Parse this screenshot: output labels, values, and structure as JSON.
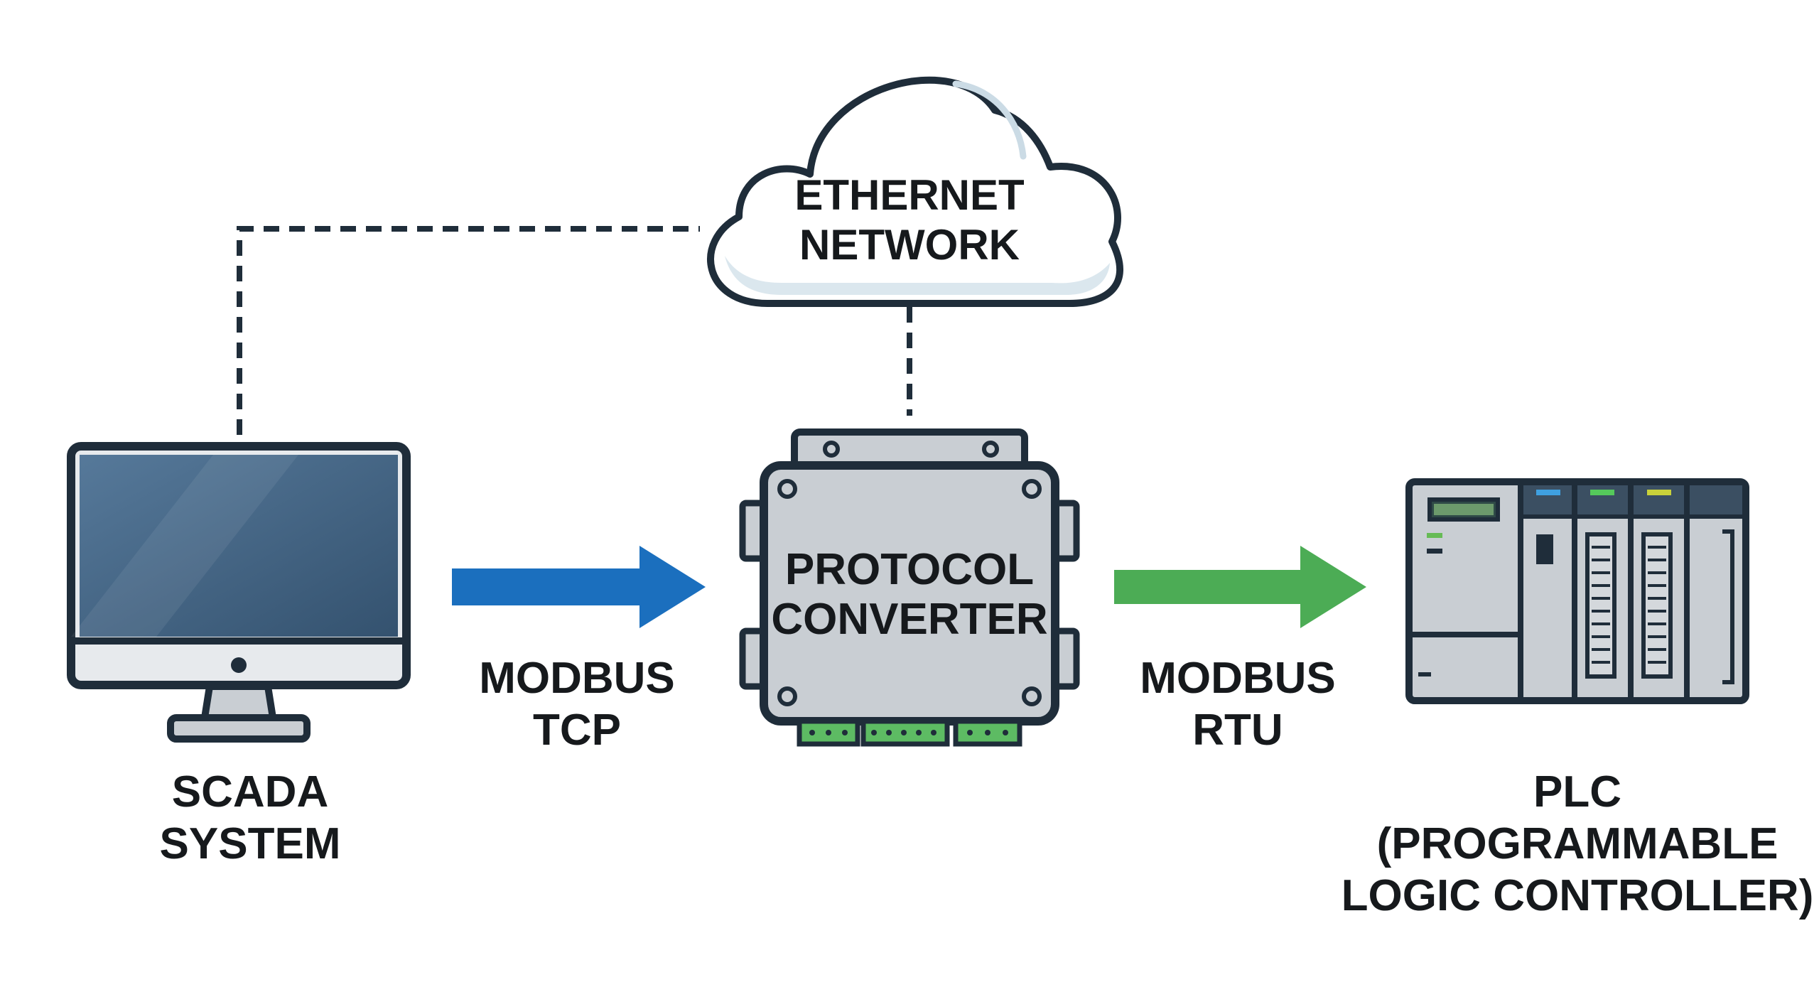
{
  "nodes": {
    "cloud": {
      "line1": "ETHERNET",
      "line2": "NETWORK"
    },
    "converter": {
      "line1": "PROTOCOL",
      "line2": "CONVERTER"
    },
    "scada": {
      "line1": "SCADA",
      "line2": "SYSTEM"
    },
    "plc": {
      "line1": "PLC",
      "line2": "(PROGRAMMABLE",
      "line3": "LOGIC CONTROLLER)"
    }
  },
  "links": {
    "tcp": {
      "line1": "MODBUS",
      "line2": "TCP"
    },
    "rtu": {
      "line1": "MODBUS",
      "line2": "RTU"
    }
  },
  "colors": {
    "outline": "#1f2d3a",
    "tcp_arrow": "#1b6fbe",
    "rtu_arrow": "#4cac55",
    "terminal_block": "#5dbb63",
    "device_body": "#c9ced3",
    "monitor_screen": "#3f6283",
    "cloud_fill": "#ffffff",
    "cloud_shade": "#dbe7ee"
  },
  "icons": {
    "scada": "computer-monitor-icon",
    "converter": "protocol-converter-device-icon",
    "plc": "plc-rack-icon",
    "network": "cloud-icon"
  }
}
